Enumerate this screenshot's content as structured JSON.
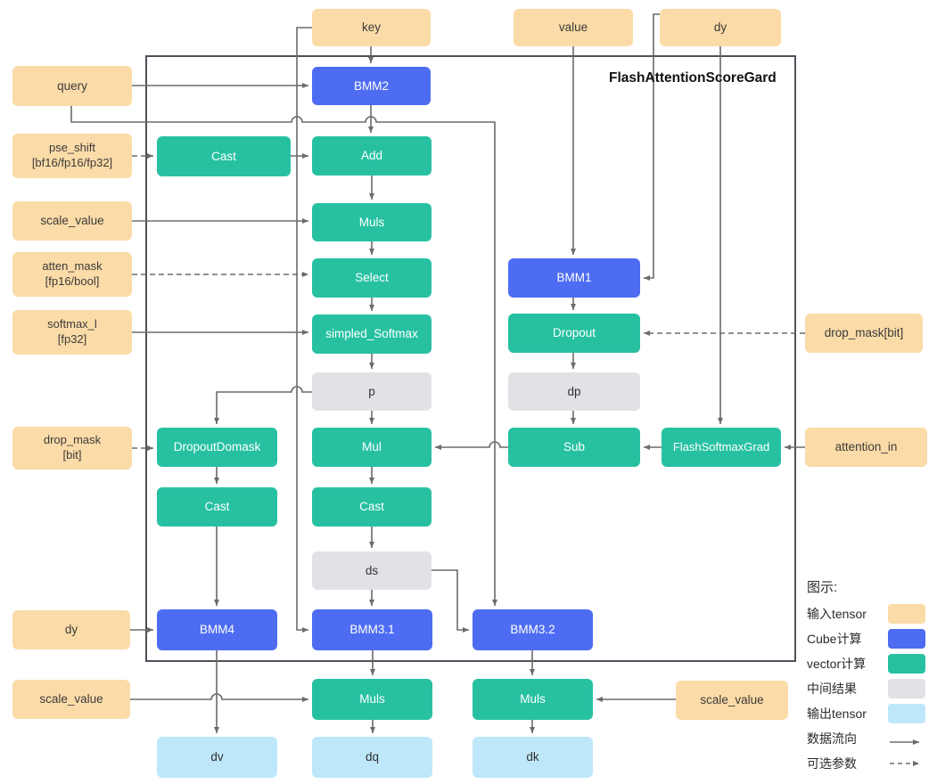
{
  "diagram_title": "FlashAttentionScoreGard",
  "colors": {
    "input_tensor": "#FBDBA7",
    "cube_compute": "#4E6CF2",
    "vector_compute": "#27C1A2",
    "intermediate": "#E1E2E6",
    "output_tensor": "#BEE8FA",
    "edge": "#6b6b6b",
    "container_border": "#50505a"
  },
  "nodes": {
    "key": {
      "label": "key"
    },
    "value": {
      "label": "value"
    },
    "dy_top": {
      "label": "dy"
    },
    "query": {
      "label": "query"
    },
    "pse_shift": {
      "label": "pse_shift",
      "sub": "[bf16/fp16/fp32]"
    },
    "scale_value_top": {
      "label": "scale_value"
    },
    "atten_mask": {
      "label": "atten_mask",
      "sub": "[fp16/bool]"
    },
    "softmax_l": {
      "label": "softmax_l",
      "sub": "[fp32]"
    },
    "drop_mask_left": {
      "label": "drop_mask",
      "sub": "[bit]"
    },
    "dy_bottom": {
      "label": "dy"
    },
    "scale_value_bottom_left": {
      "label": "scale_value"
    },
    "cast_pse": {
      "label": "Cast"
    },
    "dropout_domask": {
      "label": "DropoutDomask"
    },
    "cast_domask": {
      "label": "Cast"
    },
    "bmm4": {
      "label": "BMM4"
    },
    "dv": {
      "label": "dv"
    },
    "bmm2": {
      "label": "BMM2"
    },
    "add": {
      "label": "Add"
    },
    "muls_scale": {
      "label": "Muls"
    },
    "select": {
      "label": "Select"
    },
    "simpled_softmax": {
      "label": "simpled_Softmax"
    },
    "p": {
      "label": "p"
    },
    "mul": {
      "label": "Mul"
    },
    "cast_mul": {
      "label": "Cast"
    },
    "ds": {
      "label": "ds"
    },
    "bmm3_1": {
      "label": "BMM3.1"
    },
    "muls_dq": {
      "label": "Muls"
    },
    "dq": {
      "label": "dq"
    },
    "bmm1": {
      "label": "BMM1"
    },
    "dropout": {
      "label": "Dropout"
    },
    "dp": {
      "label": "dp"
    },
    "sub": {
      "label": "Sub"
    },
    "bmm3_2": {
      "label": "BMM3.2"
    },
    "muls_dk": {
      "label": "Muls"
    },
    "dk": {
      "label": "dk"
    },
    "flash_softmax_grad": {
      "label": "FlashSoftmaxGrad"
    },
    "attention_in": {
      "label": "attention_in"
    },
    "drop_mask_right": {
      "label": "drop_mask[bit]"
    },
    "scale_value_bottom_right": {
      "label": "scale_value"
    }
  },
  "legend": {
    "heading": "图示:",
    "items": [
      {
        "label": "输入tensor"
      },
      {
        "label": "Cube计算"
      },
      {
        "label": "vector计算"
      },
      {
        "label": "中间结果"
      },
      {
        "label": "输出tensor"
      },
      {
        "label": "数据流向"
      },
      {
        "label": "可选参数"
      }
    ]
  }
}
